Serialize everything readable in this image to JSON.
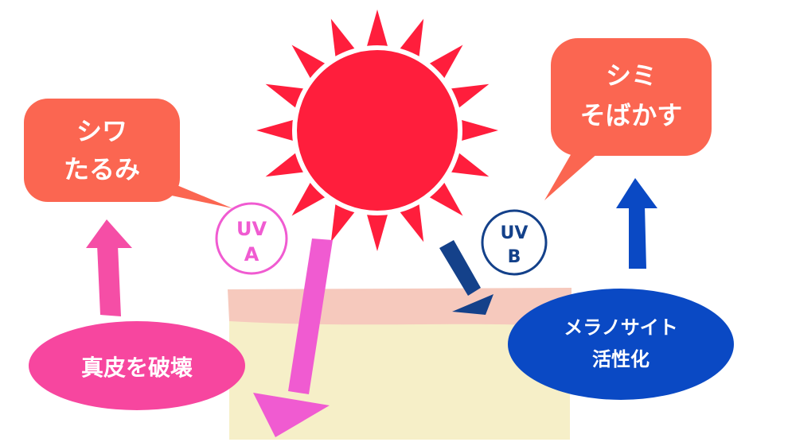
{
  "colors": {
    "sun": "#ff1e3c",
    "bubble": "#fb6651",
    "uva": "#f05bd1",
    "uvb": "#14418a",
    "melanocyte": "#0a49c4",
    "dermis_ellipse": "#f7469f",
    "epidermis": "#f6c9bd",
    "dermis": "#f6efc8"
  },
  "bubbles": {
    "wrinkles": {
      "line1": "シワ",
      "line2": "たるみ"
    },
    "spots": {
      "line1": "シミ",
      "line2": "そばかす"
    }
  },
  "uva": {
    "line1": "UV",
    "line2": "A"
  },
  "uvb": {
    "line1": "UV",
    "line2": "B"
  },
  "ellipses": {
    "dermis": {
      "label": "真皮を破壊"
    },
    "melanocyte": {
      "line1": "メラノサイト",
      "line2": "活性化"
    }
  }
}
